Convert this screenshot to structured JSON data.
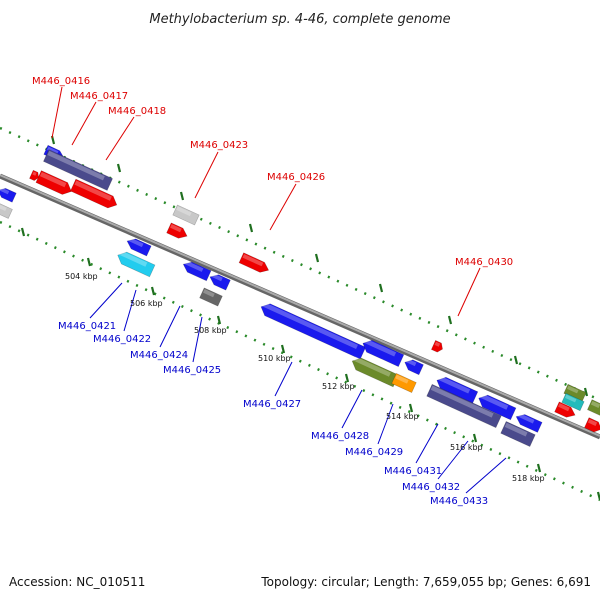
{
  "title": "Methylobacterium sp. 4-46, complete genome",
  "accession_text": "Accession: NC_010511",
  "summary_text": "Topology: circular; Length: 7,659,055 bp; Genes: 6,691",
  "colors": {
    "forward_label": "#dd0000",
    "reverse_label": "#0000cc",
    "backbone": "#888888",
    "tick": "#2a7a2a"
  },
  "scale_labels": [
    "504 kbp",
    "506 kbp",
    "508 kbp",
    "510 kbp",
    "512 kbp",
    "514 kbp",
    "516 kbp",
    "518 kbp"
  ],
  "forward_labels": [
    "M446_0416",
    "M446_0417",
    "M446_0418",
    "M446_0423",
    "M446_0426",
    "M446_0430"
  ],
  "reverse_labels": [
    "M446_0421",
    "M446_0422",
    "M446_0424",
    "M446_0425",
    "M446_0427",
    "M446_0428",
    "M446_0429",
    "M446_0431",
    "M446_0432",
    "M446_0433"
  ]
}
